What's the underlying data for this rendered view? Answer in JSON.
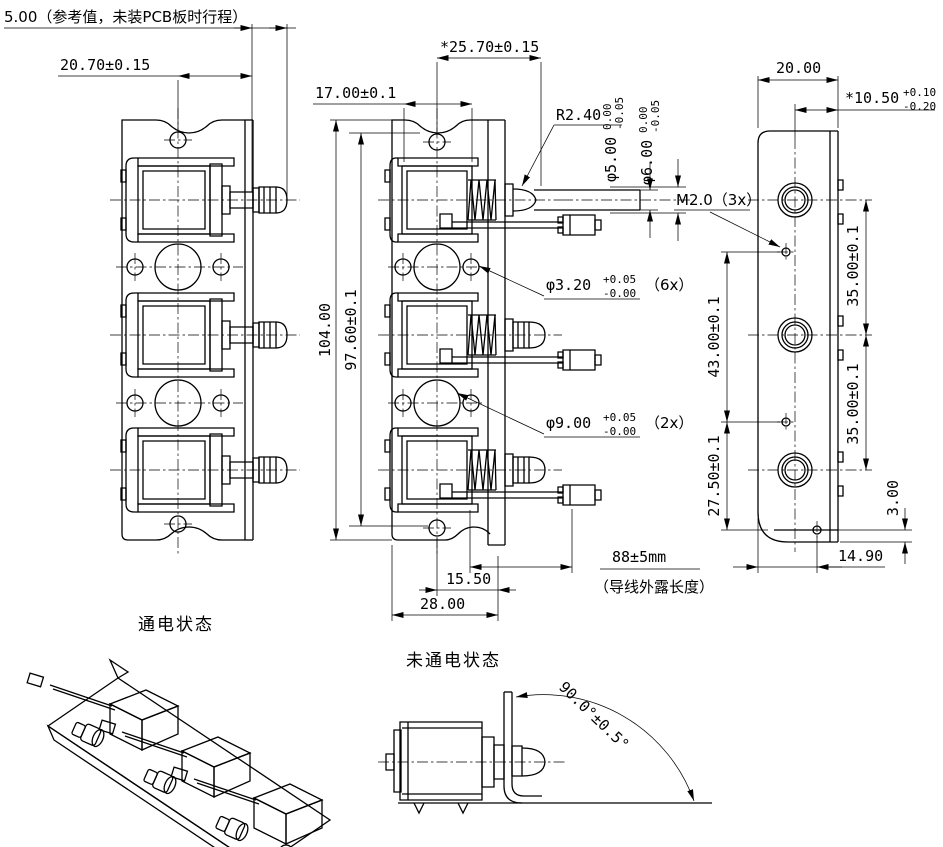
{
  "drawing": {
    "note_stroke": "5.00（参考值，未装PCB板时行程）",
    "captions": {
      "energized": "通电状态",
      "deenergized": "未通电状态"
    },
    "front": {
      "dim_center_tip": "20.70±0.15"
    },
    "section": {
      "dim_total": "104.00",
      "dim_pitch": "97.60±0.1",
      "dim_tip": "*25.70±0.15",
      "dim_body": "17.00±0.1",
      "r_tip": "R2.40",
      "dia_shaft": {
        "v": "φ5.00",
        "up": "0.00",
        "lo": "-0.05"
      },
      "dia_tip": {
        "v": "φ6.00",
        "up": "0.00",
        "lo": "-0.05"
      },
      "dia_small": {
        "v": "φ3.20",
        "up": "+0.05",
        "lo": "-0.00",
        "n": "（6x）"
      },
      "dia_large": {
        "v": "φ9.00",
        "up": "+0.05",
        "lo": "-0.00",
        "n": "（2x）"
      },
      "dim_wire": "88±5mm",
      "note_wire": "（导线外露长度）",
      "dim_foot": "15.50",
      "dim_width": "28.00"
    },
    "side": {
      "dim_width": "20.00",
      "dim_hole": {
        "v": "*10.50",
        "up": "+0.10",
        "lo": "-0.20"
      },
      "thread": "M2.0（3x）",
      "dim_43": "43.00±0.1",
      "dim_35a": "35.00±0.1",
      "dim_35b": "35.00±0.1",
      "dim_27": "27.50±0.1",
      "dim_3": "3.00",
      "dim_149": "14.90"
    },
    "deenergized": {
      "angle": "90.0°±0.5°"
    }
  }
}
